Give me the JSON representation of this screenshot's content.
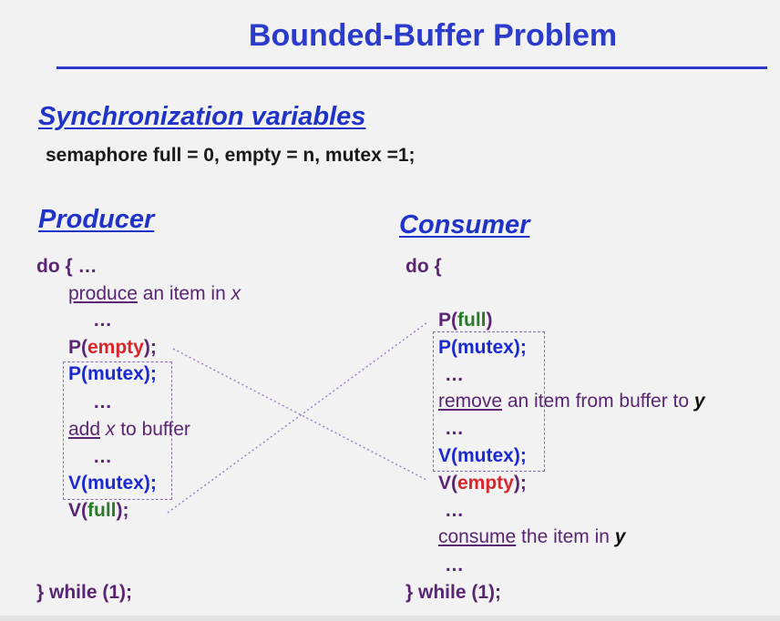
{
  "title": "Bounded-Buffer Problem",
  "sync": {
    "heading": "Synchronization variables",
    "decl": "semaphore full = 0, empty = n, mutex =1;"
  },
  "producer": {
    "heading": "Producer",
    "do_open": "do {   …",
    "produce_word": "produce",
    "produce_rest": " an item in ",
    "var_x": "x",
    "dots1": "…",
    "p": "P(",
    "empty": "empty",
    "close_semi": ");",
    "p_mutex": "P(mutex);",
    "dots2": "…",
    "add_word": "add",
    "add_x": " x",
    "add_rest": " to buffer",
    "dots3": "…",
    "v_mutex": "V(mutex);",
    "v": "V(",
    "full": "full",
    "while": "} while (1);"
  },
  "consumer": {
    "heading": "Consumer",
    "do_open": "do {",
    "p": "P(",
    "full": "full",
    "close": ")",
    "p_mutex": "P(mutex);",
    "dots1": "…",
    "remove_word": "remove",
    "remove_rest": " an item from buffer to ",
    "var_y": "y",
    "dots2": "…",
    "v_mutex": "V(mutex);",
    "v": "V(",
    "empty": "empty",
    "close_semi": ");",
    "dots3": "…",
    "consume_word": "consume",
    "consume_rest": " the item in ",
    "var_y2": "y",
    "dots4": "…",
    "while": "} while (1);"
  },
  "colors": {
    "title": "#2b3bcc",
    "heading": "#1f33c8",
    "code": "#5a2572",
    "semaphore_op": "#1b2ad0",
    "empty": "#d9262a",
    "full": "#2a7a2a"
  }
}
